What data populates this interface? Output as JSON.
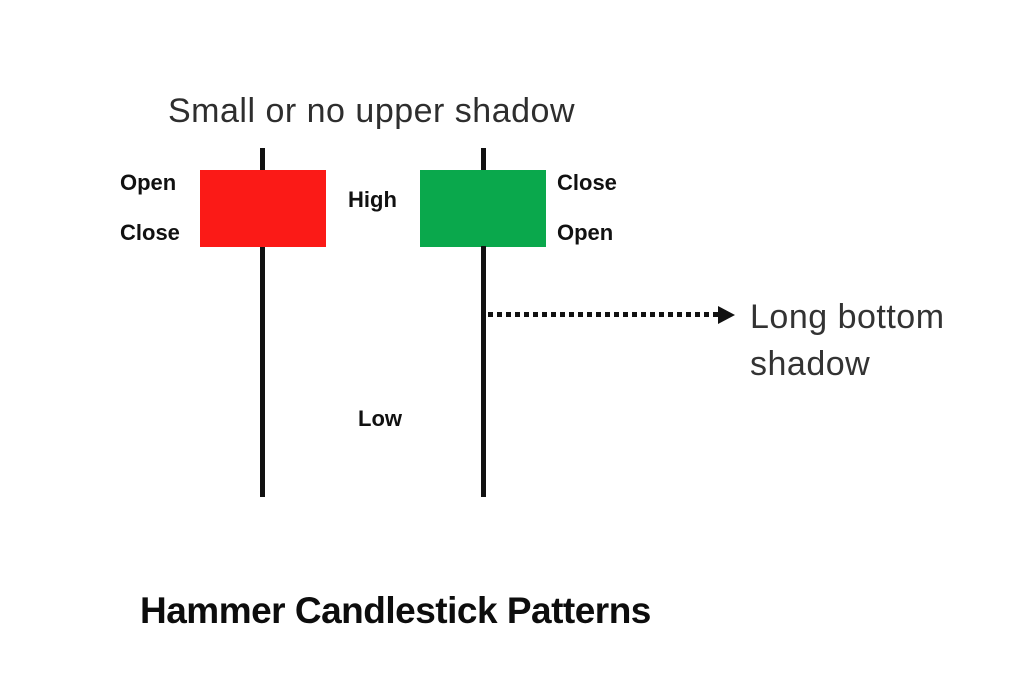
{
  "title": "Hammer Candlestick Patterns",
  "annotations": {
    "upper_shadow": "Small or no upper shadow",
    "lower_shadow_line1": "Long bottom",
    "lower_shadow_line2": "shadow"
  },
  "price_labels": {
    "high": "High",
    "low": "Low"
  },
  "red_candle": {
    "type": "bearish hammer",
    "color": "#fb1a17",
    "open_label": "Open",
    "close_label": "Close"
  },
  "green_candle": {
    "type": "bullish hammer",
    "color": "#0aa84c",
    "close_label": "Close",
    "open_label": "Open"
  },
  "colors": {
    "background": "#ffffff",
    "wick": "#111111",
    "text": "#111111",
    "annotation_text": "#333333"
  }
}
